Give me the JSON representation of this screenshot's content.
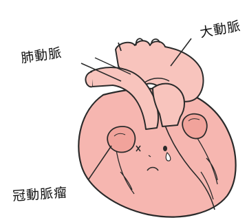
{
  "labels": {
    "pulmonary_artery": "肺動脈",
    "aorta": "大動脈",
    "coronary_aneurysm": "冠動脈瘤"
  },
  "colors": {
    "heart_fill": "#f6b6b0",
    "vessel_fill": "#f8c4bd",
    "aneurysm_fill": "#f1a39b",
    "outline": "#2a2a2a"
  }
}
